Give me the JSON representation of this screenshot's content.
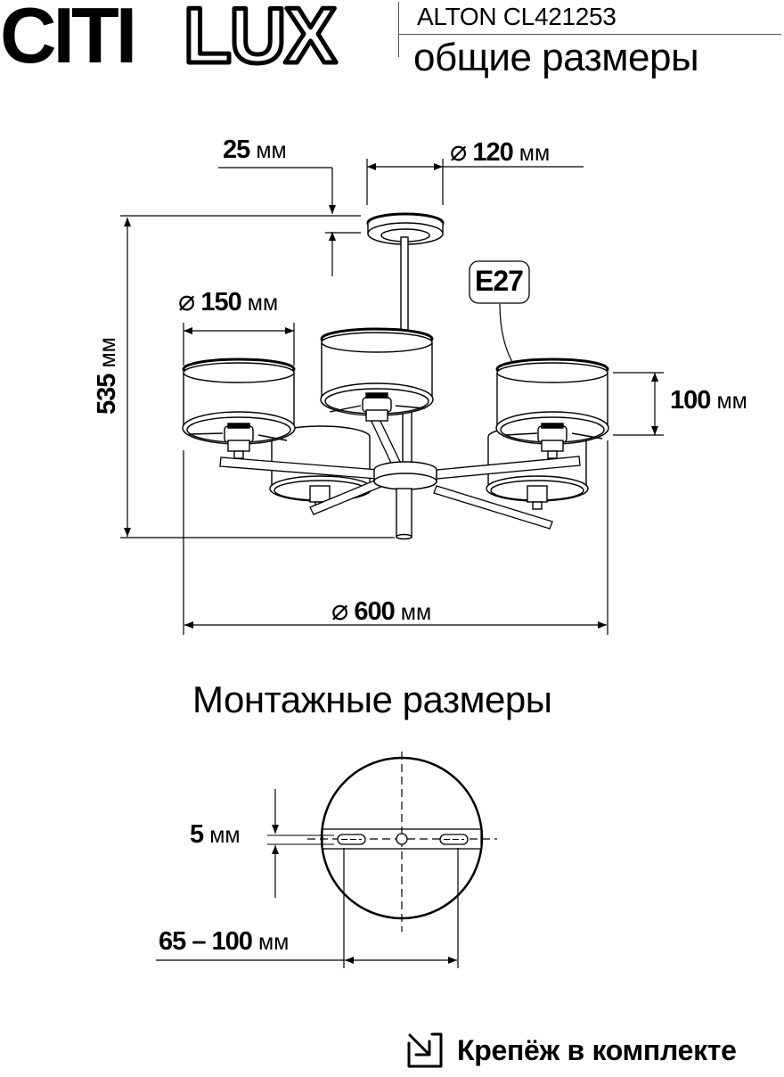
{
  "brand": {
    "logo_text_solid": "CITI",
    "logo_text_outline": "LUX"
  },
  "header": {
    "model": "ALTON CL421253",
    "subtitle": "общие размеры"
  },
  "overall_dimensions": {
    "canopy_height": {
      "value": "25",
      "unit": "мм"
    },
    "canopy_diameter": {
      "symbol": "⌀",
      "value": "120",
      "unit": "мм"
    },
    "shade_diameter": {
      "symbol": "⌀",
      "value": "150",
      "unit": "мм"
    },
    "socket_badge": "E27",
    "shade_height": {
      "value": "100",
      "unit": "мм"
    },
    "total_height": {
      "value": "535",
      "unit": "мм"
    },
    "total_diameter": {
      "symbol": "⌀",
      "value": "600",
      "unit": "мм"
    }
  },
  "mounting": {
    "title": "Монтажные размеры",
    "slot_width": {
      "value": "5",
      "unit": "мм"
    },
    "hole_spacing": {
      "value": "65 – 100",
      "unit": "мм"
    }
  },
  "footer": {
    "icon": "arrow-down-right-into-box-icon",
    "label": "Крепёж в комплекте"
  },
  "colors": {
    "ink": "#000000",
    "background": "#ffffff",
    "divider": "#555555"
  }
}
